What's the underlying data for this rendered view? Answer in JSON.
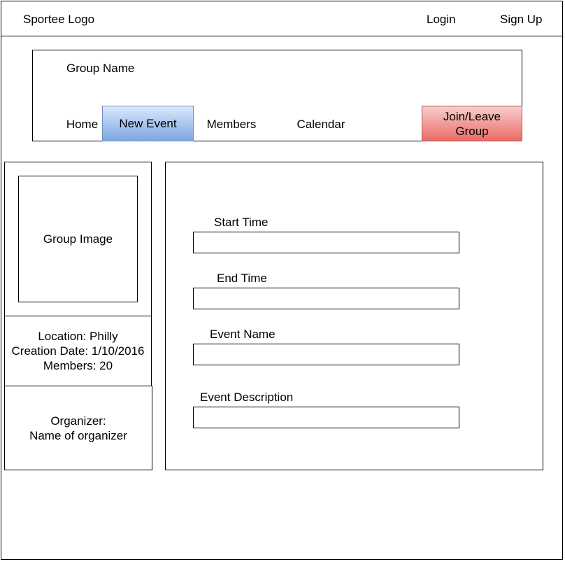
{
  "header": {
    "logo": "Sportee Logo",
    "login": "Login",
    "signup": "Sign Up"
  },
  "group": {
    "name": "Group Name",
    "tabs": [
      {
        "label": "Home"
      },
      {
        "label": "New Event",
        "active": true
      },
      {
        "label": "Members"
      },
      {
        "label": "Calendar"
      }
    ],
    "join_leave_line1": "Join/Leave",
    "join_leave_line2": "Group"
  },
  "sidebar": {
    "image_label": "Group Image",
    "location": "Location: Philly",
    "creation_date": "Creation Date: 1/10/2016",
    "members": "Members: 20",
    "organizer_title": "Organizer:",
    "organizer_name": "Name of organizer"
  },
  "form": {
    "start_time_label": "Start Time",
    "end_time_label": "End Time",
    "event_name_label": "Event Name",
    "event_description_label": "Event Description"
  },
  "colors": {
    "active_tab_top": "#dae8fc",
    "active_tab_bottom": "#7ea6e0",
    "join_button_top": "#f8cecc",
    "join_button_bottom": "#ea6b66"
  }
}
